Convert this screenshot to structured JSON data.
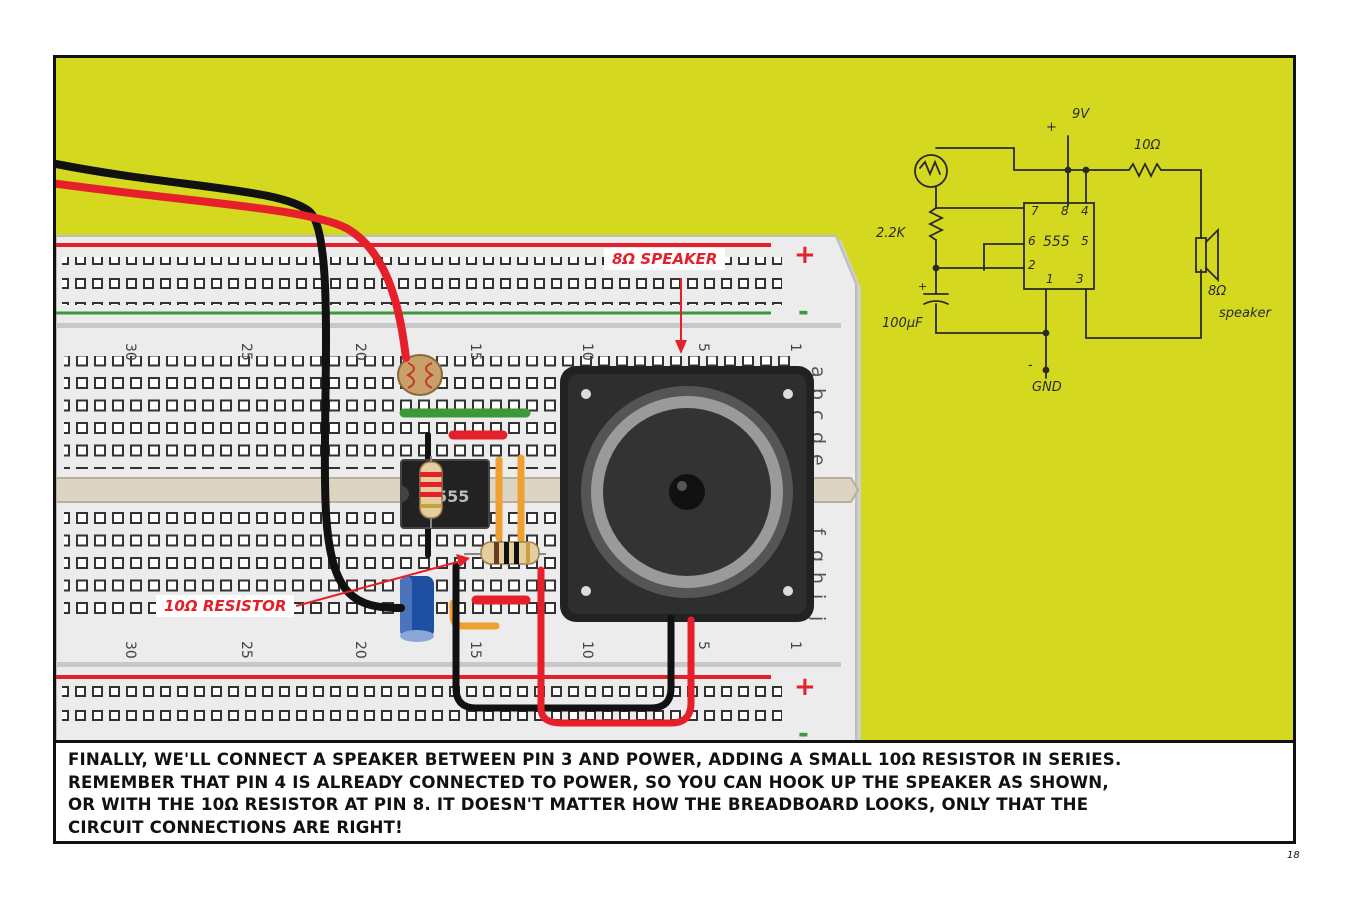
{
  "callouts": {
    "speaker": "8Ω speaker",
    "resistor": "10Ω resistor"
  },
  "breadboard": {
    "column_numbers": [
      "30",
      "25",
      "20",
      "15",
      "10",
      "5",
      "1"
    ],
    "row_letters_top": [
      "a",
      "b",
      "c",
      "d",
      "e"
    ],
    "row_letters_bottom": [
      "f",
      "g",
      "h",
      "i",
      "j"
    ],
    "rail_plus": "+",
    "rail_minus": "-",
    "chip_label": "555"
  },
  "schematic": {
    "supply": "9V",
    "supply_plus": "+",
    "resistor_top": "10Ω",
    "resistor_left": "2.2K",
    "chip": "555",
    "pin7": "7",
    "pin8": "8",
    "pin4": "4",
    "pin6": "6",
    "pin5": "5",
    "pin2": "2",
    "pin1": "1",
    "pin3": "3",
    "capacitor": "100μF",
    "cap_plus": "+",
    "speaker": "8Ω",
    "speaker_word": "speaker",
    "ground_minus": "-",
    "ground": "GND"
  },
  "caption": {
    "lines": [
      "Finally, we'll connect a speaker between pin 3 and power, adding a small 10Ω resistor in series.",
      "Remember that pin 4 is already connected to power, so you can hook up the speaker as shown,",
      "or with the 10Ω resistor at pin 8. It doesn't matter how the breadboard looks, only that the",
      "circuit connections are right!"
    ]
  },
  "page_number": "18",
  "colors": {
    "background": "#d4d81e",
    "wire_red": "#e5202b",
    "wire_black": "#111111",
    "jumper_orange": "#f0a030",
    "jumper_green": "#3a9a3a",
    "breadboard": "#e8e8e8"
  }
}
